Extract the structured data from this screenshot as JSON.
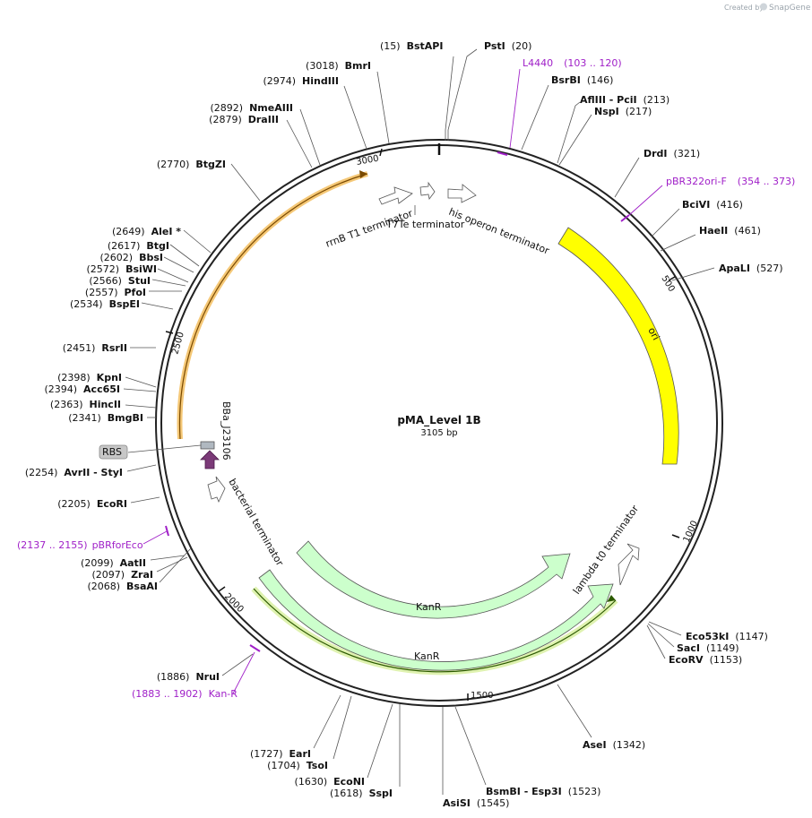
{
  "credit": {
    "prefix": "Created by",
    "brand": "SnapGene"
  },
  "plasmid": {
    "name": "pMA_Level 1B",
    "length_label": "3105 bp"
  },
  "ticks": [
    "500",
    "1000",
    "1500",
    "2000",
    "2500",
    "3000"
  ],
  "sites": [
    {
      "pos": "(15)",
      "name": "BstAPI"
    },
    {
      "pos": "(20)",
      "name": "PstI"
    },
    {
      "pos": "(146)",
      "name": "BsrBI"
    },
    {
      "pos": "(213)",
      "name": "AflIII - PciI"
    },
    {
      "pos": "(217)",
      "name": "NspI"
    },
    {
      "pos": "(321)",
      "name": "DrdI"
    },
    {
      "pos": "(416)",
      "name": "BciVI"
    },
    {
      "pos": "(461)",
      "name": "HaeII"
    },
    {
      "pos": "(527)",
      "name": "ApaLI"
    },
    {
      "pos": "(1147)",
      "name": "Eco53kI"
    },
    {
      "pos": "(1149)",
      "name": "SacI"
    },
    {
      "pos": "(1153)",
      "name": "EcoRV"
    },
    {
      "pos": "(1342)",
      "name": "AseI"
    },
    {
      "pos": "(1523)",
      "name": "BsmBI - Esp3I"
    },
    {
      "pos": "(1545)",
      "name": "AsiSI"
    },
    {
      "pos": "(1618)",
      "name": "SspI"
    },
    {
      "pos": "(1630)",
      "name": "EcoNI"
    },
    {
      "pos": "(1704)",
      "name": "TsoI"
    },
    {
      "pos": "(1727)",
      "name": "EarI"
    },
    {
      "pos": "(1886)",
      "name": "NruI"
    },
    {
      "pos": "(2068)",
      "name": "BsaAI"
    },
    {
      "pos": "(2097)",
      "name": "ZraI"
    },
    {
      "pos": "(2099)",
      "name": "AatII"
    },
    {
      "pos": "(2205)",
      "name": "EcoRI"
    },
    {
      "pos": "(2254)",
      "name": "AvrII - StyI"
    },
    {
      "pos": "(2341)",
      "name": "BmgBI"
    },
    {
      "pos": "(2363)",
      "name": "HincII"
    },
    {
      "pos": "(2394)",
      "name": "Acc65I"
    },
    {
      "pos": "(2398)",
      "name": "KpnI"
    },
    {
      "pos": "(2451)",
      "name": "RsrII"
    },
    {
      "pos": "(2534)",
      "name": "BspEI"
    },
    {
      "pos": "(2557)",
      "name": "PfoI"
    },
    {
      "pos": "(2566)",
      "name": "StuI"
    },
    {
      "pos": "(2572)",
      "name": "BsiWI"
    },
    {
      "pos": "(2602)",
      "name": "BbsI"
    },
    {
      "pos": "(2617)",
      "name": "BtgI"
    },
    {
      "pos": "(2649)",
      "name": "AleI *"
    },
    {
      "pos": "(2770)",
      "name": "BtgZI"
    },
    {
      "pos": "(2879)",
      "name": "DraIII"
    },
    {
      "pos": "(2892)",
      "name": "NmeAIII"
    },
    {
      "pos": "(2974)",
      "name": "HindIII"
    },
    {
      "pos": "(3018)",
      "name": "BmrI"
    }
  ],
  "primers": [
    {
      "name": "L4440",
      "range": "(103 .. 120)"
    },
    {
      "name": "pBR322ori-F",
      "range": "(354 .. 373)"
    },
    {
      "name": "pBRforEco",
      "range": "(2137 .. 2155)"
    },
    {
      "name": "Kan-R",
      "range": "(1883 .. 1902)"
    }
  ],
  "features": {
    "rrnb": "rrnB T1 terminator",
    "t7te": "T7Te terminator",
    "his": "his operon terminator",
    "ori": "ori",
    "kanr1": "KanR",
    "kanr2": "KanR",
    "lambda": "lambda t0 terminator",
    "bact": "bacterial terminator",
    "bba": "BBa_J23106",
    "rbs": "RBS"
  },
  "colors": {
    "ori": "#ffff00",
    "kanr": "#ccffcc",
    "orf_highlight": "#f5c877",
    "terminator": "#ffffff",
    "promoter": "#7b3a78",
    "rbs": "#b0b8c0",
    "primer": "#a020c8"
  }
}
